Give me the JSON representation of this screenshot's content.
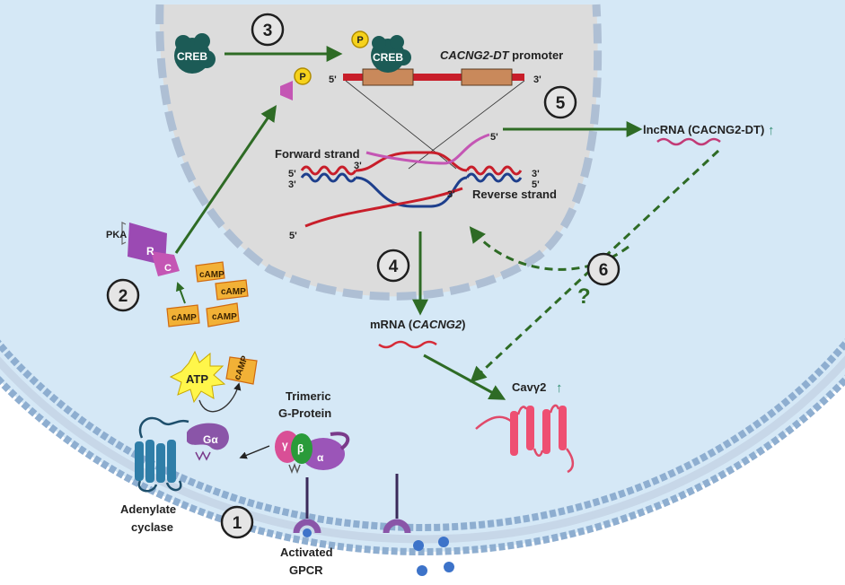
{
  "steps": [
    "1",
    "2",
    "3",
    "4",
    "5",
    "6"
  ],
  "labels": {
    "creb": "CREB",
    "creb_bound": "CREB",
    "p": "P",
    "promoter_gene": "CACNG2-DT",
    "promoter_word": " promoter",
    "five_prime": "5'",
    "three_prime": "3'",
    "forward_strand": "Forward strand",
    "reverse_strand": "Reverse strand",
    "lncrna": "lncRNA (CACNG2-DT)",
    "up_arrow": "↑",
    "mrna_prefix": "mRNA (",
    "mrna_gene": "CACNG2",
    "mrna_suffix": ")",
    "cavy2": "Cavγ2",
    "question": "?",
    "pka": "PKA",
    "pka_r": "R",
    "pka_c": "C",
    "camp": "cAMP",
    "atp": "ATP",
    "trimeric": "Trimeric",
    "g_protein": "G-Protein",
    "gamma": "γ",
    "beta": "β",
    "alpha": "α",
    "g_alpha": "Gα",
    "adenylate": "Adenylate",
    "cyclase": "cyclase",
    "activated": "Activated",
    "gpcr": "GPCR"
  },
  "colors": {
    "cell": "#d5e8f6",
    "nucleus": "#dcdcdc",
    "membrane_head": "#8eaed0",
    "arrow": "#2e6b25",
    "creb": "#1c5b56",
    "dna_red": "#c81e2a",
    "dna_blue": "#1e3f8c",
    "rna": "#c23a76",
    "camp_fill": "#f2b136"
  }
}
